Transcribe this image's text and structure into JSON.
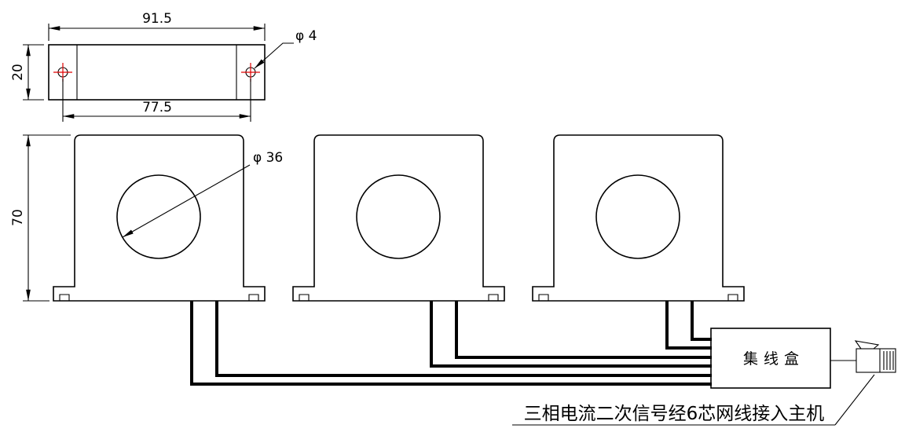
{
  "top_view": {
    "dim_overall_width": "91.5",
    "dim_height": "20",
    "dim_hole_spacing": "77.5",
    "hole_diameter": "φ 4"
  },
  "front_view": {
    "dim_height": "70",
    "aperture_diameter": "φ 36"
  },
  "junction_box": {
    "label": "集线盒"
  },
  "note": {
    "text": "三相电流二次信号经6芯网线接入主机"
  },
  "colors": {
    "line": "#000000",
    "center_mark": "#e00000",
    "wire": "#000000",
    "background": "#ffffff"
  }
}
